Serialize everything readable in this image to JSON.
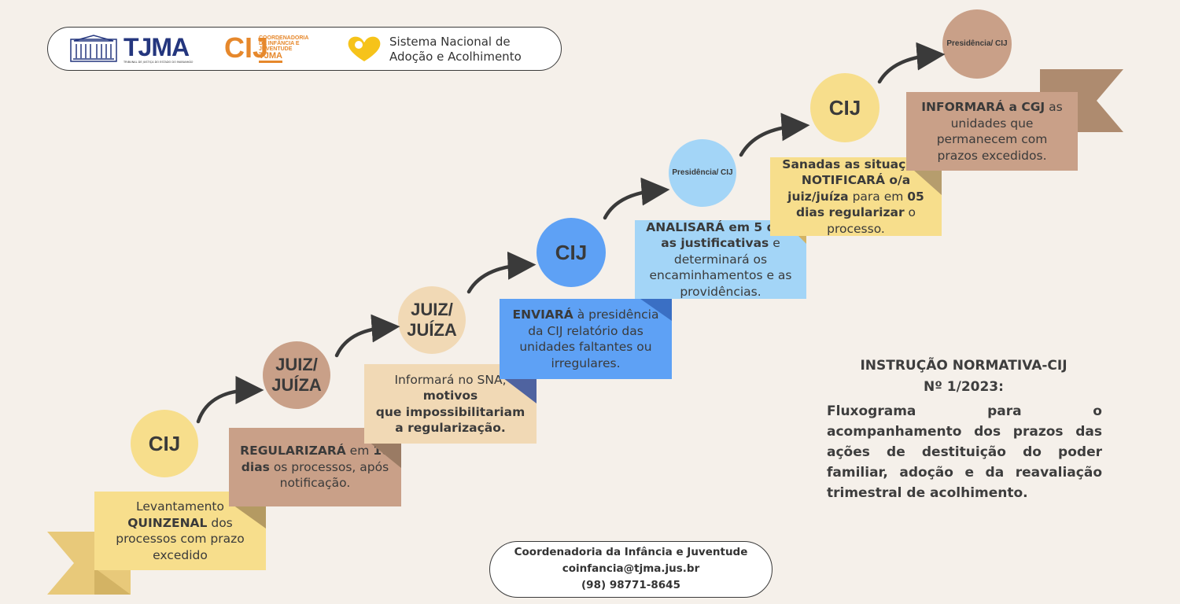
{
  "header": {
    "tjma_logo": "TJMA",
    "tjma_subtitle": "TRIBUNAL DE JUSTIÇA DO ESTADO DO MARANHÃO",
    "cij_logo_glyph": "CIJ",
    "cij_logo_lines": [
      "COORDENADORIA",
      "DA INFÂNCIA E",
      "JUVENTUDE"
    ],
    "cij_logo_tjma": "TJMA",
    "sna_line1": "Sistema Nacional de",
    "sna_line2": "Adoção e Acolhimento"
  },
  "steps": [
    {
      "actor": "CIJ",
      "text_html": "Levantamento <b>QUINZENAL</b> dos processos com prazo excedido",
      "color": "#f7de8c"
    },
    {
      "actor": "JUIZ/ JUÍZA",
      "text_html": "<b>REGULARIZARÁ</b> em <b>10 dias</b> os processos, após notificação.",
      "color": "#c9a088"
    },
    {
      "actor": "JUIZ/ JUÍZA",
      "text_html": "Informará no SNA, <b>motivos</b><br><b>que impossibilitariam a regularização.</b>",
      "color": "#f1d9b5"
    },
    {
      "actor": "CIJ",
      "text_html": "<b>ENVIARÁ</b> à presidência da CIJ relatório das unidades faltantes ou irregulares.",
      "color": "#5ea1f5"
    },
    {
      "actor": "Presidência/ CIJ",
      "text_html": "<b>ANALISARÁ em 5 dias as justificativas</b> e determinará os encaminhamentos e as providências.",
      "color": "#a3d5f7"
    },
    {
      "actor": "CIJ",
      "text_html": "<b>Sanadas as situações NOTIFICARÁ o/a juiz/juíza</b> para em <b>05 dias regularizar</b> o processo.",
      "color": "#f7de8c"
    },
    {
      "actor": "Presidência/ CIJ",
      "text_html": "<b>INFORMARÁ a CGJ</b> as unidades que permanecem com prazos excedidos.",
      "color": "#c9a088"
    }
  ],
  "instruction": {
    "title_line1": "INSTRUÇÃO NORMATIVA-CIJ",
    "title_line2": "Nº 1/2023:",
    "body": "Fluxograma para o acompanhamento dos prazos das ações de destituição do poder familiar, adoção e da reavaliação trimestral de acolhimento."
  },
  "contact": {
    "org": "Coordenadoria da Infância e Juventude",
    "email": "coinfancia@tjma.jus.br",
    "phone": "(98) 98771-8645"
  }
}
